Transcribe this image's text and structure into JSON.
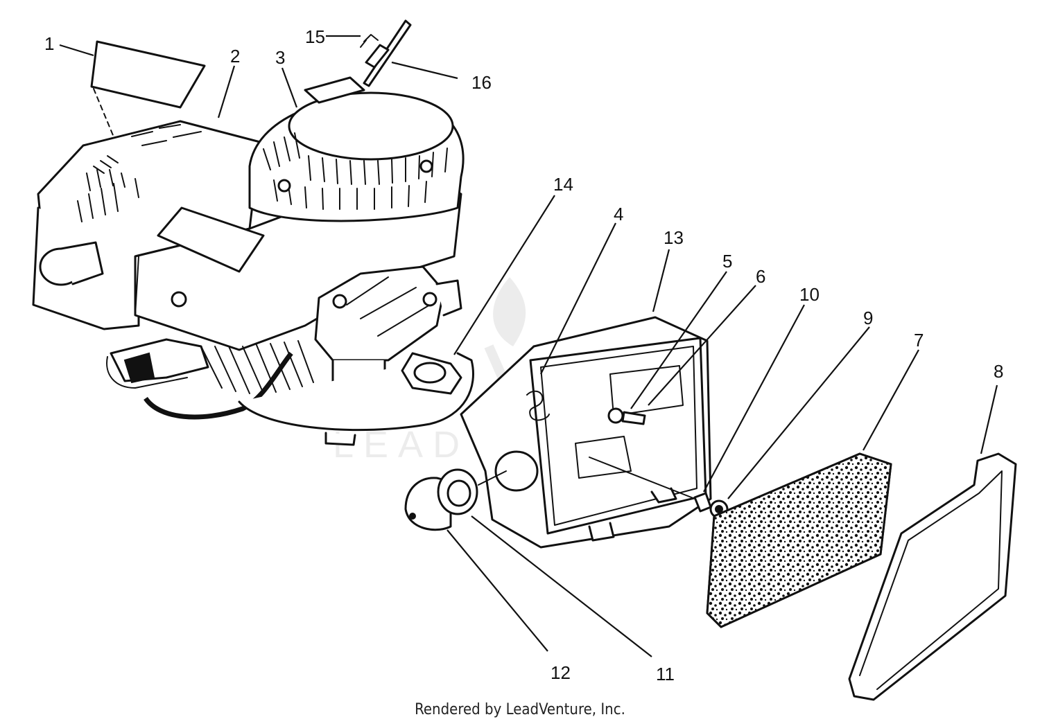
{
  "diagram": {
    "footer_credit": "Rendered by LeadVenture, Inc.",
    "watermark_text": "LEADVENTURE",
    "callouts": [
      "1",
      "2",
      "3",
      "4",
      "5",
      "6",
      "7",
      "8",
      "9",
      "10",
      "11",
      "12",
      "13",
      "14",
      "15",
      "16"
    ],
    "colors": {
      "ink": "#111111",
      "background": "#ffffff",
      "watermark": "#d8d8d8"
    }
  }
}
